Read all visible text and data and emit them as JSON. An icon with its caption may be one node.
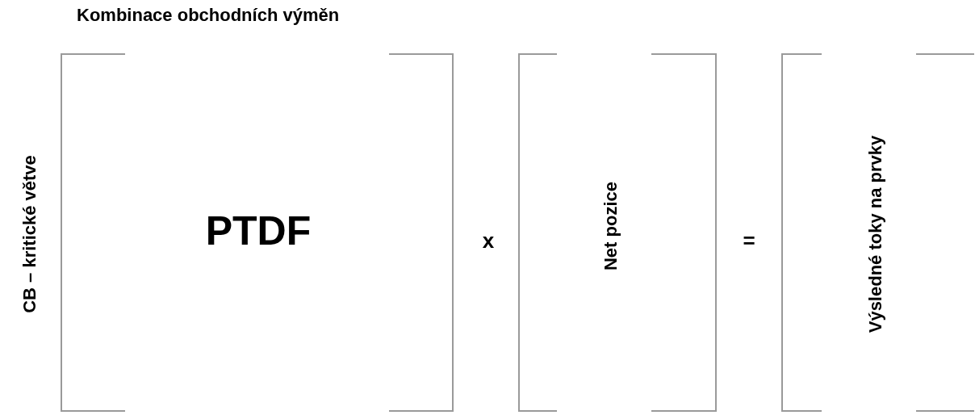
{
  "diagram": {
    "nodes": [
      {
        "text": [
          "PTDF"
        ],
        "beside": [
          "Kombinace obchodních výměn",
          "CB – kritické větve"
        ]
      },
      {
        "text": [
          "Net pozice"
        ]
      },
      {
        "text": [
          "Výsledné toky na prvky"
        ]
      }
    ],
    "labels": [
      "x",
      "="
    ]
  }
}
